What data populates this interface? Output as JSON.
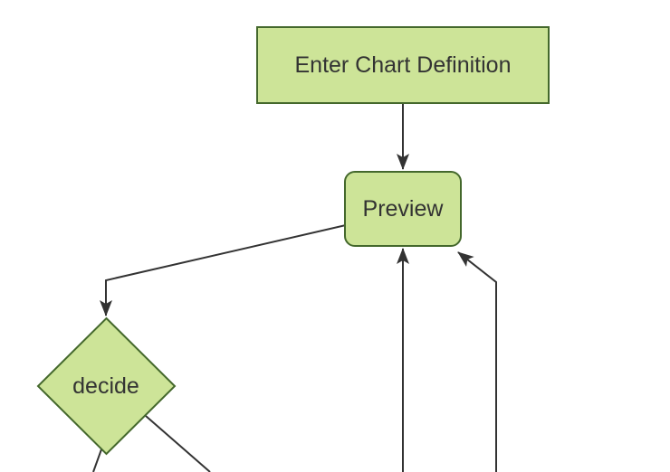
{
  "diagram": {
    "type": "flowchart",
    "direction": "top-down",
    "nodes": [
      {
        "id": "enter-chart-definition",
        "label": "Enter Chart Definition",
        "shape": "rectangle"
      },
      {
        "id": "preview",
        "label": "Preview",
        "shape": "rounded-rectangle"
      },
      {
        "id": "decide",
        "label": "decide",
        "shape": "diamond"
      }
    ],
    "edges": [
      {
        "from": "enter-chart-definition",
        "to": "preview",
        "arrowhead_visible": true
      },
      {
        "from": "preview",
        "to": "decide",
        "arrowhead_visible": true
      },
      {
        "from": "decide",
        "to": "offscreen-bottom-left",
        "arrowhead_visible": false
      },
      {
        "from": "decide",
        "to": "offscreen-bottom-right",
        "arrowhead_visible": false
      },
      {
        "from": "offscreen-bottom-center",
        "to": "preview",
        "arrowhead_visible": true
      },
      {
        "from": "offscreen-bottom-right",
        "to": "preview",
        "arrowhead_visible": true
      }
    ],
    "colors": {
      "background": "#ffffff",
      "node_fill": "#cde498",
      "node_border": "#44682c",
      "node_text": "#333333",
      "edge_line": "#333333",
      "arrowhead": "#333333"
    }
  }
}
